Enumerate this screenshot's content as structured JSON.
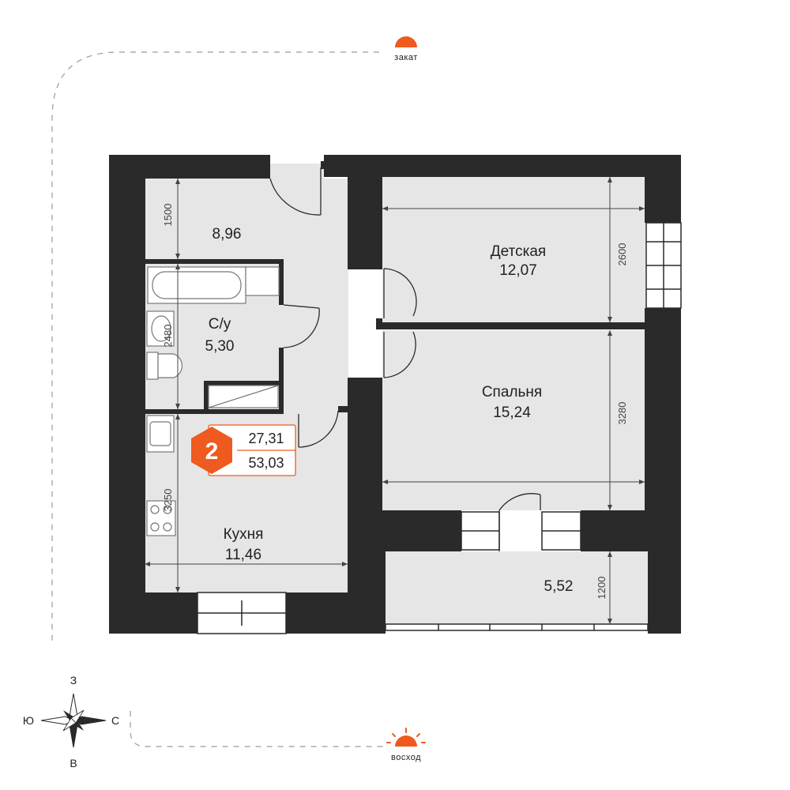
{
  "colors": {
    "wall": "#2a2a2a",
    "floor": "#e6e6e6",
    "accent": "#ef5a1f",
    "fixture": "#ffffff"
  },
  "rooms": {
    "hall": {
      "area": "8,96",
      "dim": "1500"
    },
    "bathroom": {
      "name": "С/у",
      "area": "5,30",
      "dim": "2480"
    },
    "kids_room": {
      "name": "Детская",
      "area": "12,07",
      "dim": "2600"
    },
    "bedroom": {
      "name": "Спальня",
      "area": "15,24",
      "dim": "3280"
    },
    "kitchen": {
      "name": "Кухня",
      "area": "11,46",
      "dim": "3250"
    },
    "balcony": {
      "area": "5,52",
      "dim": "1200"
    }
  },
  "badge": {
    "rooms_count": "2",
    "living_area": "27,31",
    "total_area": "53,03"
  },
  "sun": {
    "sunset_label": "закат",
    "sunrise_label": "восход"
  },
  "compass": {
    "north": "З",
    "south": "В",
    "west": "Ю",
    "east": "С",
    "icon": "compass-rose-icon"
  }
}
